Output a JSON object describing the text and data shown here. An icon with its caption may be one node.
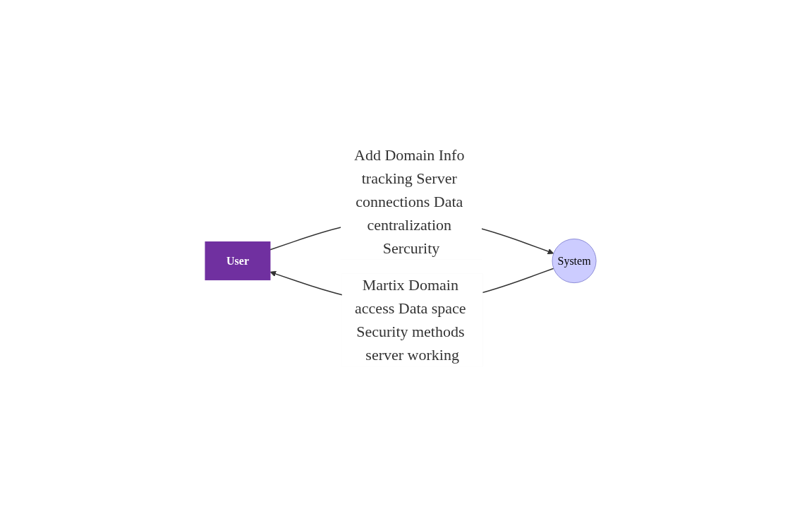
{
  "diagram": {
    "nodes": [
      {
        "text": [
          "User"
        ]
      },
      {
        "text": [
          "System"
        ]
      }
    ],
    "edges": [
      {
        "from": 0,
        "to": 1,
        "arrow": "to",
        "label": "Add Domain Info tracking Server connections Data centralization Sercurity"
      },
      {
        "from": 1,
        "to": 0,
        "arrow": "to",
        "label": "Martix Domain access Data space Security methods server working"
      }
    ]
  }
}
